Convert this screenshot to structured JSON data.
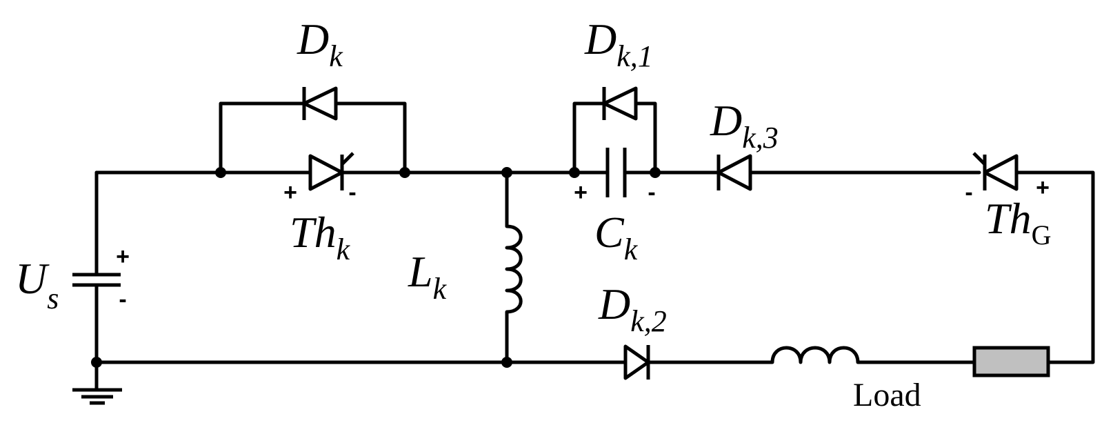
{
  "labels": {
    "dk": {
      "main": "D",
      "sub": "k"
    },
    "dk1": {
      "main": "D",
      "sub": "k,1"
    },
    "dk3": {
      "main": "D",
      "sub": "k,3"
    },
    "dk2": {
      "main": "D",
      "sub": "k,2"
    },
    "thk": {
      "main": "Th",
      "sub": "k"
    },
    "thg": {
      "main": "Th",
      "sub": "G"
    },
    "ck": {
      "main": "C",
      "sub": "k"
    },
    "lk": {
      "main": "L",
      "sub": "k"
    },
    "us": {
      "main": "U",
      "sub": "s"
    },
    "load": "Load"
  },
  "polarity": {
    "plus": "+",
    "minus": "-"
  },
  "colors": {
    "wire": "#000000",
    "load_fill": "#c0c0c0",
    "background": "#ffffff"
  }
}
